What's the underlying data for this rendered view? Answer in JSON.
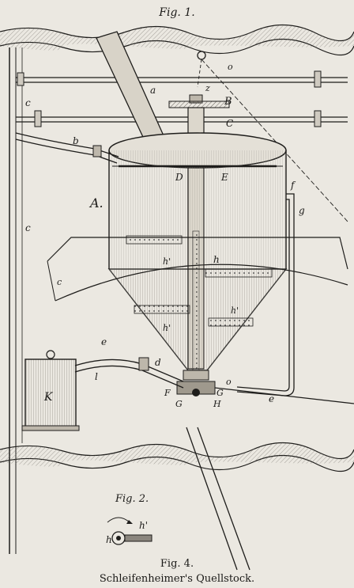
{
  "figure1": {
    "caption": "Fig. 1.",
    "labels": {
      "z": "z",
      "B": "B",
      "C": "C",
      "o_top": "o",
      "a": "a",
      "b": "b",
      "c_top": "c",
      "c_mid": "c",
      "A": "A.",
      "D": "D",
      "E": "E",
      "f": "f",
      "g": "g",
      "h_prime": "h'",
      "h": "h",
      "c_left": "c",
      "e_left": "e",
      "l": "l",
      "d": "d",
      "K": "K",
      "F": "F",
      "G": "G",
      "H": "H",
      "o_bottom": "o",
      "e_right": "e"
    }
  },
  "figure2": {
    "caption": "Fig. 2.",
    "labels": {
      "h": "h",
      "h_prime": "h'"
    }
  },
  "caption": {
    "figure_number": "Fig. 4.",
    "title": "Schleifenheimer's Quellstock."
  }
}
